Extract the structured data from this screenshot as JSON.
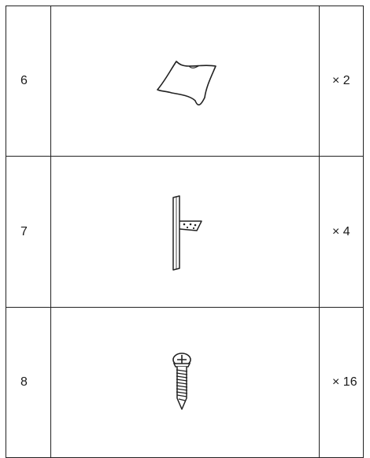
{
  "rows": [
    {
      "number": "6",
      "item_icon": "cloth-icon",
      "quantity": "× 2"
    },
    {
      "number": "7",
      "item_icon": "bracket-icon",
      "quantity": "× 4"
    },
    {
      "number": "8",
      "item_icon": "screw-icon",
      "quantity": "× 16"
    }
  ]
}
